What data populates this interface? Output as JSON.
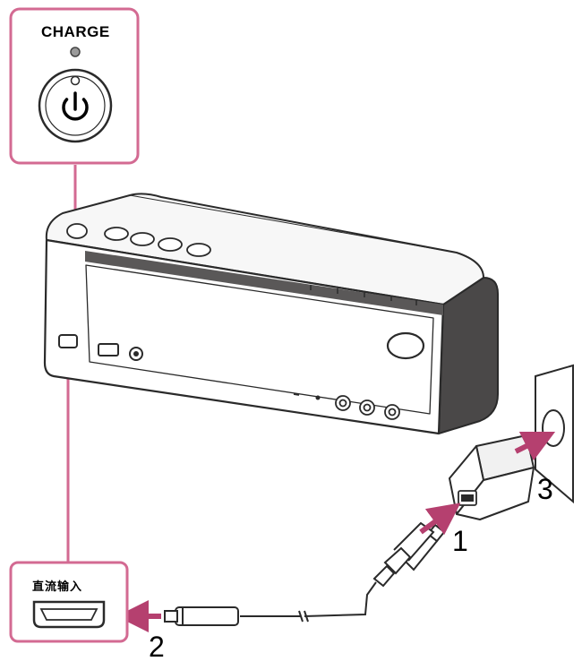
{
  "labels": {
    "charge": "CHARGE",
    "dc_in": "直流输入"
  },
  "steps": [
    "1",
    "2",
    "3"
  ],
  "colors": {
    "callout": "#d36a92",
    "arrow": "#b5406f",
    "outline": "#2a2a2a",
    "speaker_band": "#4a4848"
  },
  "icons": [
    "power-icon",
    "charge-led-icon",
    "usb-port-icon",
    "wall-outlet-icon",
    "ac-adapter-icon"
  ]
}
